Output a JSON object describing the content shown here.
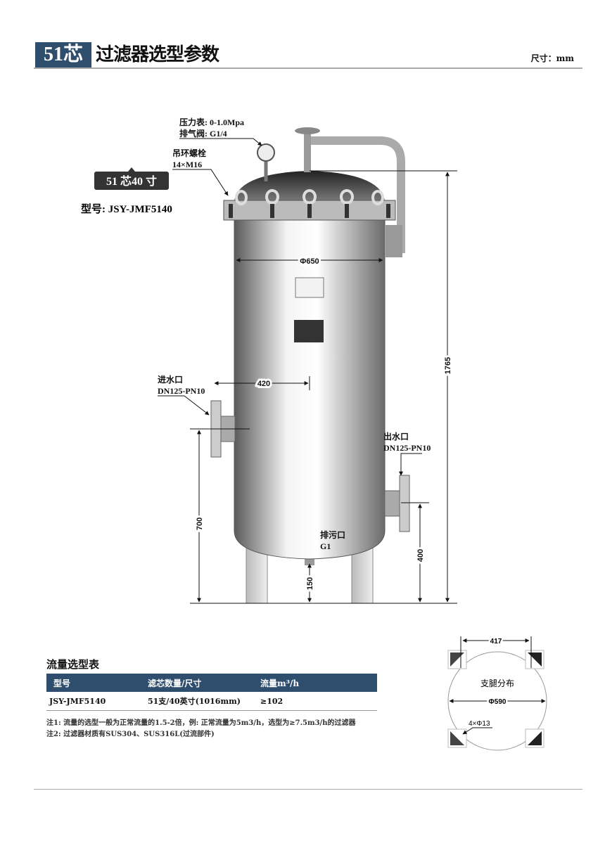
{
  "header": {
    "badge": "51芯",
    "title": "过滤器选型参数",
    "unit": "尺寸：mm"
  },
  "drawing": {
    "model_badge": "51 芯40 寸",
    "model": "型号: JSY-JMF5140",
    "gauge_label": "压力表: 0-1.0Mpa",
    "vent_label": "排气阀: G1/4",
    "eyebolt_label": "吊环螺栓",
    "eyebolt_spec": "14×M16",
    "inlet_label": "进水口",
    "inlet_spec": "DN125-PN10",
    "outlet_label": "出水口",
    "outlet_spec": "DN125-PN10",
    "drain_label": "排污口",
    "drain_spec": "G1",
    "dims": {
      "diameter": "Φ650",
      "inlet_offset": "420",
      "height": "1765",
      "inlet_height": "700",
      "outlet_height": "400",
      "drain_height": "150"
    }
  },
  "legs": {
    "title": "支腿分布",
    "spacing": "417",
    "circle": "Φ590",
    "holes": "4×Φ13"
  },
  "table": {
    "title": "流量选型表",
    "headers": [
      "型号",
      "滤芯数量/尺寸",
      "流量m³/h"
    ],
    "rows": [
      [
        "JSY-JMF5140",
        "51支/40英寸(1016mm)",
        "≥102"
      ]
    ]
  },
  "notes": [
    "注1: 流量的选型一般为正常流量的1.5-2倍，例: 正常流量为5m3/h，选型为≥7.5m3/h的过滤器",
    "注2: 过滤器材质有SUS304、SUS316L(过流部件)"
  ]
}
